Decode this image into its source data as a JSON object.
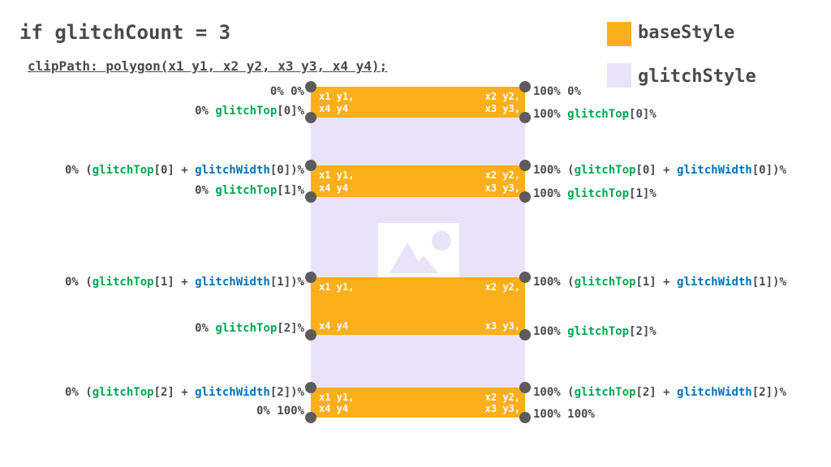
{
  "title": "if glitchCount = 3",
  "subtitle": "clipPath: polygon(x1 y1, x2 y2, x3 y3, x4 y4);",
  "colors": {
    "base": "#fbaf1a",
    "glitch": "#e8e3f8",
    "text": "#4a4a4a",
    "green": "#00a651",
    "blue": "#0072bc",
    "dot": "#5c5c5c",
    "placeholder_shape": "#e8e3f8"
  },
  "legend": [
    {
      "label": "baseStyle",
      "swatch": "base"
    },
    {
      "label": "glitchStyle",
      "swatch": "glitch"
    }
  ],
  "corner_labels": {
    "x1": "x1 y1,",
    "x2": "x2 y2,",
    "x3": "x3 y3,",
    "x4": "x4 y4"
  },
  "bands": [
    {
      "left_top": [
        [
          "0% 0%",
          "t"
        ]
      ],
      "left_bottom": [
        [
          "0% ",
          "t"
        ],
        [
          "glitchTop",
          "g"
        ],
        [
          "[0]%",
          "t"
        ]
      ],
      "right_top": [
        [
          "100% 0%",
          "t"
        ]
      ],
      "right_bottom": [
        [
          "100% ",
          "t"
        ],
        [
          "glitchTop",
          "g"
        ],
        [
          "[0]%",
          "t"
        ]
      ]
    },
    {
      "left_top": [
        [
          "0% (",
          "t"
        ],
        [
          "glitchTop",
          "g"
        ],
        [
          "[0] + ",
          "t"
        ],
        [
          "glitchWidth",
          "b"
        ],
        [
          "[0])%",
          "t"
        ]
      ],
      "left_bottom": [
        [
          "0% ",
          "t"
        ],
        [
          "glitchTop",
          "g"
        ],
        [
          "[1]%",
          "t"
        ]
      ],
      "right_top": [
        [
          "100% (",
          "t"
        ],
        [
          "glitchTop",
          "g"
        ],
        [
          "[0] + ",
          "t"
        ],
        [
          "glitchWidth",
          "b"
        ],
        [
          "[0])%",
          "t"
        ]
      ],
      "right_bottom": [
        [
          "100% ",
          "t"
        ],
        [
          "glitchTop",
          "g"
        ],
        [
          "[1]%",
          "t"
        ]
      ]
    },
    {
      "left_top": [
        [
          "0% (",
          "t"
        ],
        [
          "glitchTop",
          "g"
        ],
        [
          "[1] + ",
          "t"
        ],
        [
          "glitchWidth",
          "b"
        ],
        [
          "[1])%",
          "t"
        ]
      ],
      "left_bottom": [
        [
          "0% ",
          "t"
        ],
        [
          "glitchTop",
          "g"
        ],
        [
          "[2]%",
          "t"
        ]
      ],
      "right_top": [
        [
          "100% (",
          "t"
        ],
        [
          "glitchTop",
          "g"
        ],
        [
          "[1] + ",
          "t"
        ],
        [
          "glitchWidth",
          "b"
        ],
        [
          "[1])%",
          "t"
        ]
      ],
      "right_bottom": [
        [
          "100% ",
          "t"
        ],
        [
          "glitchTop",
          "g"
        ],
        [
          "[2]%",
          "t"
        ]
      ]
    },
    {
      "left_top": [
        [
          "0% (",
          "t"
        ],
        [
          "glitchTop",
          "g"
        ],
        [
          "[2] + ",
          "t"
        ],
        [
          "glitchWidth",
          "b"
        ],
        [
          "[2])%",
          "t"
        ]
      ],
      "left_bottom": [
        [
          "0% 100%",
          "t"
        ]
      ],
      "right_top": [
        [
          "100% (",
          "t"
        ],
        [
          "glitchTop",
          "g"
        ],
        [
          "[2] + ",
          "t"
        ],
        [
          "glitchWidth",
          "b"
        ],
        [
          "[2])%",
          "t"
        ]
      ],
      "right_bottom": [
        [
          "100% 100%",
          "t"
        ]
      ]
    }
  ]
}
